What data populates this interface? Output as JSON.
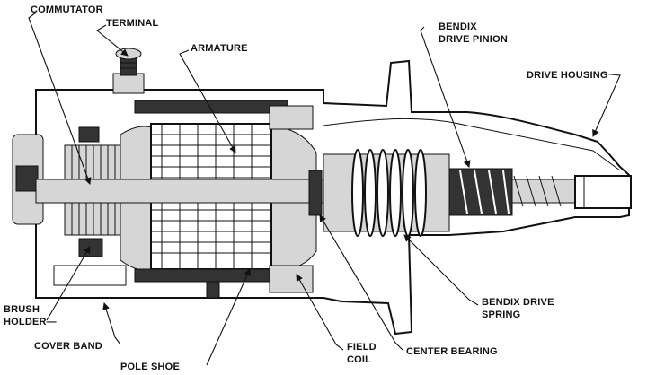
{
  "labels": {
    "commutator": "COMMUTATOR",
    "terminal": "TERMINAL",
    "armature": "ARMATURE",
    "bendix_drive_pinion_1": "BENDIX",
    "bendix_drive_pinion_2": "DRIVE PINION",
    "drive_housing": "DRIVE HOUSING",
    "brush_holder_1": "BRUSH",
    "brush_holder_2": "HOLDER—",
    "cover_band": "COVER BAND",
    "pole_shoe": "POLE SHOE",
    "field_coil_1": "FIELD",
    "field_coil_2": "COIL",
    "center_bearing": "CENTER BEARING",
    "bendix_drive_spring_1": "BENDIX DRIVE",
    "bendix_drive_spring_2": "SPRING"
  },
  "colors": {
    "ink": "#111111",
    "background": "#ffffff",
    "shade": "#d6d6d6"
  }
}
